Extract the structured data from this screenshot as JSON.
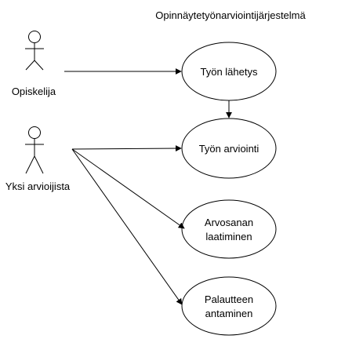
{
  "diagram": {
    "system_title": "Opinnäytetyönarviointijärjestelmä",
    "actors": [
      {
        "label": "Opiskelija"
      },
      {
        "label": "Yksi arvioijista"
      }
    ],
    "use_cases": [
      {
        "lines": [
          "Työn lähetys"
        ]
      },
      {
        "lines": [
          "Työn arviointi"
        ]
      },
      {
        "lines": [
          "Arvosanan",
          "laatiminen"
        ]
      },
      {
        "lines": [
          "Palautteen",
          "antaminen"
        ]
      }
    ],
    "colors": {
      "stroke": "#000000",
      "fill": "#ffffff",
      "text": "#000000"
    }
  }
}
